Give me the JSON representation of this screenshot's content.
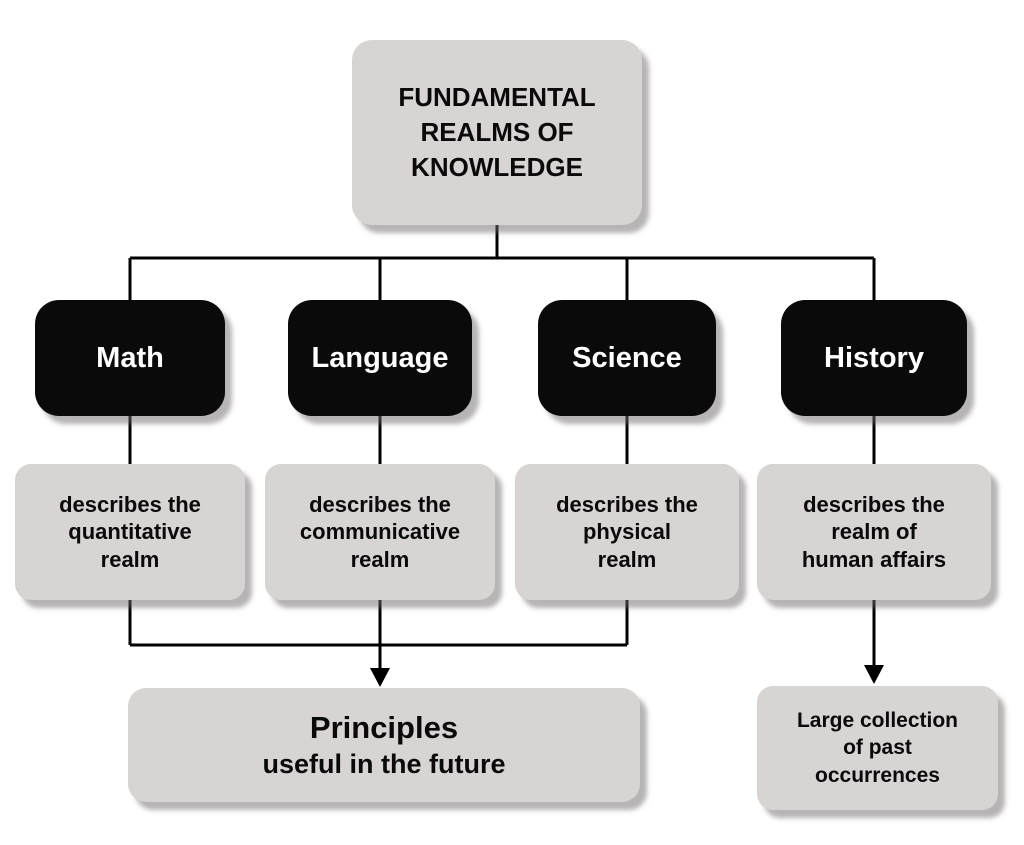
{
  "diagram": {
    "title": "FUNDAMENTAL\nREALMS OF\nKNOWLEDGE",
    "realms": [
      {
        "label": "Math",
        "description": "describes the\nquantitative\nrealm"
      },
      {
        "label": "Language",
        "description": "describes the\ncommunicative\nrealm"
      },
      {
        "label": "Science",
        "description": "describes the\nphysical\nrealm"
      },
      {
        "label": "History",
        "description": "describes the\nrealm of\nhuman affairs"
      }
    ],
    "outcomes": {
      "principles_title": "Principles",
      "principles_subtitle": "useful in the future",
      "history_outcome": "Large collection\nof past\noccurrences"
    },
    "colors": {
      "node_black": "#0a0a0a",
      "box_gray": "#d8d4d4",
      "line": "#000000",
      "background": "#ffffff"
    }
  }
}
